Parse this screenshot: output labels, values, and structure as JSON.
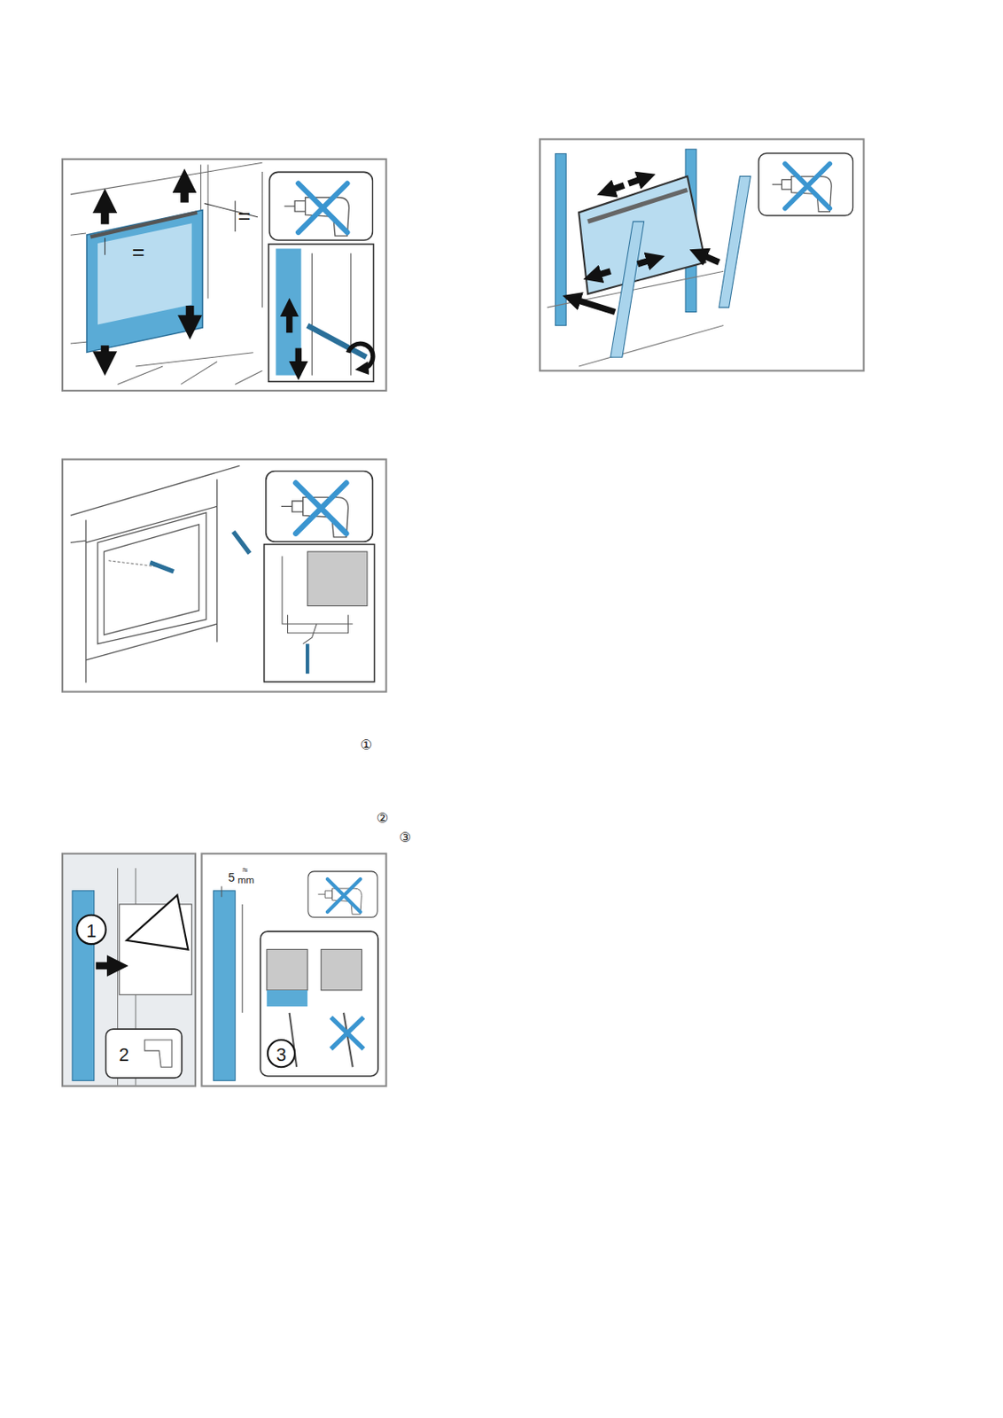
{
  "diagram": {
    "labels": [
      "=",
      "=",
      "①",
      "②",
      "③",
      "1",
      "2",
      "3",
      "5",
      "≈",
      "mm"
    ]
  }
}
